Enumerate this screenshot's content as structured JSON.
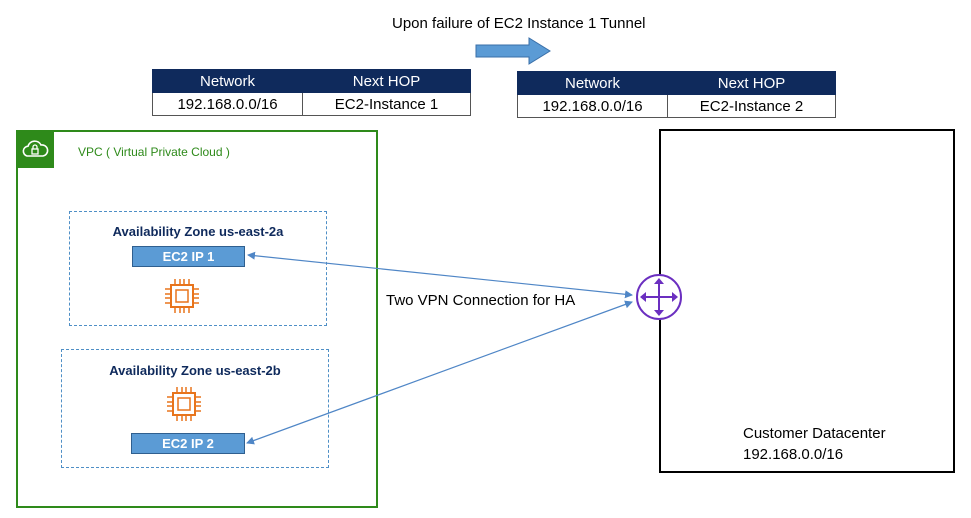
{
  "failover_caption": "Upon failure of EC2 Instance 1 Tunnel",
  "route_before": {
    "headers": [
      "Network",
      "Next HOP"
    ],
    "rows": [
      [
        "192.168.0.0/16",
        "EC2-Instance 1"
      ]
    ]
  },
  "route_after": {
    "headers": [
      "Network",
      "Next HOP"
    ],
    "rows": [
      [
        "192.168.0.0/16",
        "EC2-Instance 2"
      ]
    ]
  },
  "vpc": {
    "label": "VPC ( Virtual Private Cloud )"
  },
  "zones": [
    {
      "label": "Availability Zone  us-east-2a",
      "instance": "EC2 IP 1"
    },
    {
      "label": "Availability Zone  us-east-2b",
      "instance": "EC2 IP 2"
    }
  ],
  "vpn_label": "Two VPN Connection for HA",
  "datacenter": {
    "name": "Customer Datacenter",
    "network": "192.168.0.0/16"
  },
  "colors": {
    "table_header": "#0f2a5c",
    "vpc_green": "#2e8a1a",
    "az_border": "#4f8fc6",
    "ec2_box": "#5b9bd5",
    "chip_orange": "#e8741c",
    "router_purple": "#6b2fc0",
    "arrow_blue": "#4f86c6"
  },
  "icons": [
    "lock-cloud-icon",
    "chip-icon",
    "router-icon",
    "right-arrow-icon"
  ]
}
